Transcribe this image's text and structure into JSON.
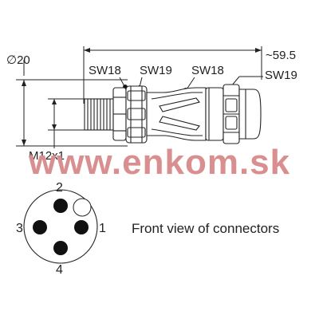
{
  "drawing": {
    "diameter_label": "∅20",
    "length_label": "~59.5",
    "thread_label": "M12x1",
    "wrench_sizes": [
      {
        "label": "SW18"
      },
      {
        "label": "SW19"
      },
      {
        "label": "SW18"
      },
      {
        "label": "SW19"
      }
    ]
  },
  "watermark": {
    "text": "www.enkom.sk",
    "color": "#d98f8f"
  },
  "front_view": {
    "caption": "Front view of connectors",
    "pins": [
      {
        "label": "1"
      },
      {
        "label": "2"
      },
      {
        "label": "3"
      },
      {
        "label": "4"
      }
    ]
  },
  "colors": {
    "line": "#222222",
    "pin_fill": "#111111"
  }
}
